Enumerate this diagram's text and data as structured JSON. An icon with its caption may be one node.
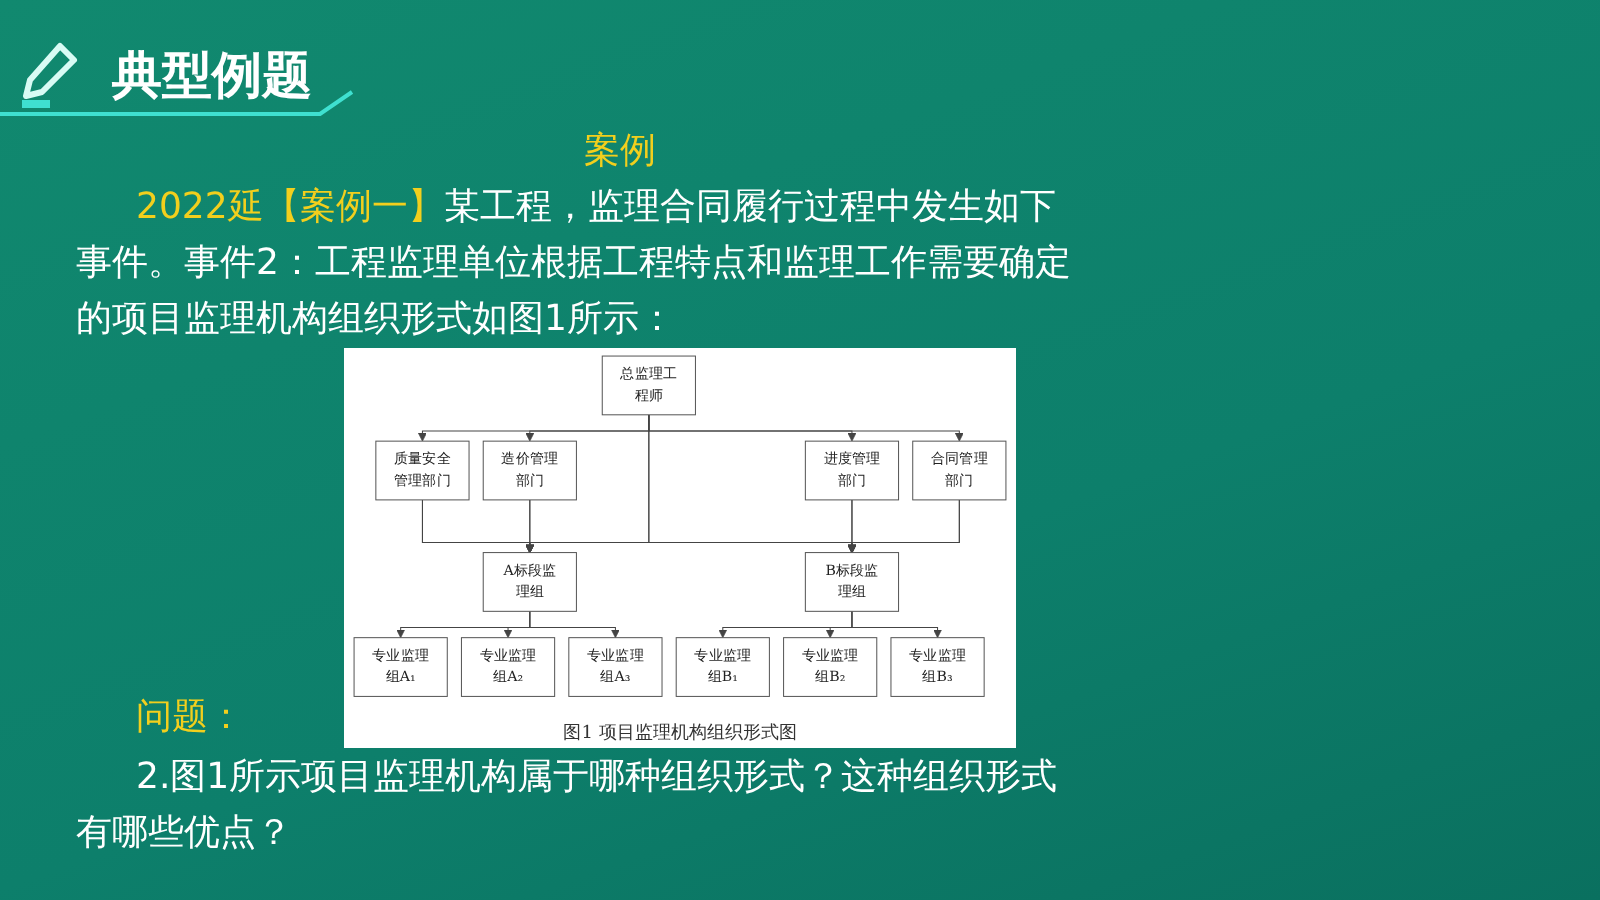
{
  "diagram": {
    "title": "典型例题",
    "caption": "图1 项目监理机构组织形式图",
    "nodes": [
      {
        "text": [
          "总监理工程师"
        ]
      },
      {
        "text": [
          "质量安全管理部门"
        ]
      },
      {
        "text": [
          "造价管理部门"
        ]
      },
      {
        "text": [
          "进度管理部门"
        ]
      },
      {
        "text": [
          "合同管理部门"
        ]
      },
      {
        "text": [
          "A标段监理组"
        ]
      },
      {
        "text": [
          "B标段监理组"
        ]
      },
      {
        "text": [
          "专业监理组A₁"
        ]
      },
      {
        "text": [
          "专业监理组A₂"
        ]
      },
      {
        "text": [
          "专业监理组A₃"
        ]
      },
      {
        "text": [
          "专业监理组B₁"
        ]
      },
      {
        "text": [
          "专业监理组B₂"
        ]
      },
      {
        "text": [
          "专业监理组B₃"
        ]
      }
    ],
    "edges": [
      {
        "from": 0,
        "to": 1,
        "arrow": "to"
      },
      {
        "from": 0,
        "to": 2,
        "arrow": "to"
      },
      {
        "from": 0,
        "to": 3,
        "arrow": "to"
      },
      {
        "from": 0,
        "to": 4,
        "arrow": "to"
      },
      {
        "from": 0,
        "to": 5,
        "arrow": "to"
      },
      {
        "from": 0,
        "to": 6,
        "arrow": "to"
      },
      {
        "from": 1,
        "to": 5,
        "arrow": "to"
      },
      {
        "from": 1,
        "to": 6,
        "arrow": "to"
      },
      {
        "from": 2,
        "to": 5,
        "arrow": "to"
      },
      {
        "from": 2,
        "to": 6,
        "arrow": "to"
      },
      {
        "from": 3,
        "to": 5,
        "arrow": "to"
      },
      {
        "from": 3,
        "to": 6,
        "arrow": "to"
      },
      {
        "from": 4,
        "to": 5,
        "arrow": "to"
      },
      {
        "from": 4,
        "to": 6,
        "arrow": "to"
      },
      {
        "from": 5,
        "to": 7,
        "arrow": "to"
      },
      {
        "from": 5,
        "to": 8,
        "arrow": "to"
      },
      {
        "from": 5,
        "to": 9,
        "arrow": "to"
      },
      {
        "from": 6,
        "to": 10,
        "arrow": "to"
      },
      {
        "from": 6,
        "to": 11,
        "arrow": "to"
      },
      {
        "from": 6,
        "to": 12,
        "arrow": "to"
      }
    ],
    "labels": [
      "案例",
      "**2022延【案例一】**某工程，监理合同履行过程中发生如下事件。事件2：工程监理单位根据工程特点和监理工作需要确定的项目监理机构组织形式如图1所示：",
      "问题：",
      "2.图1所示项目监理机构属于哪种组织形式？这种组织形式有哪些优点？"
    ]
  }
}
